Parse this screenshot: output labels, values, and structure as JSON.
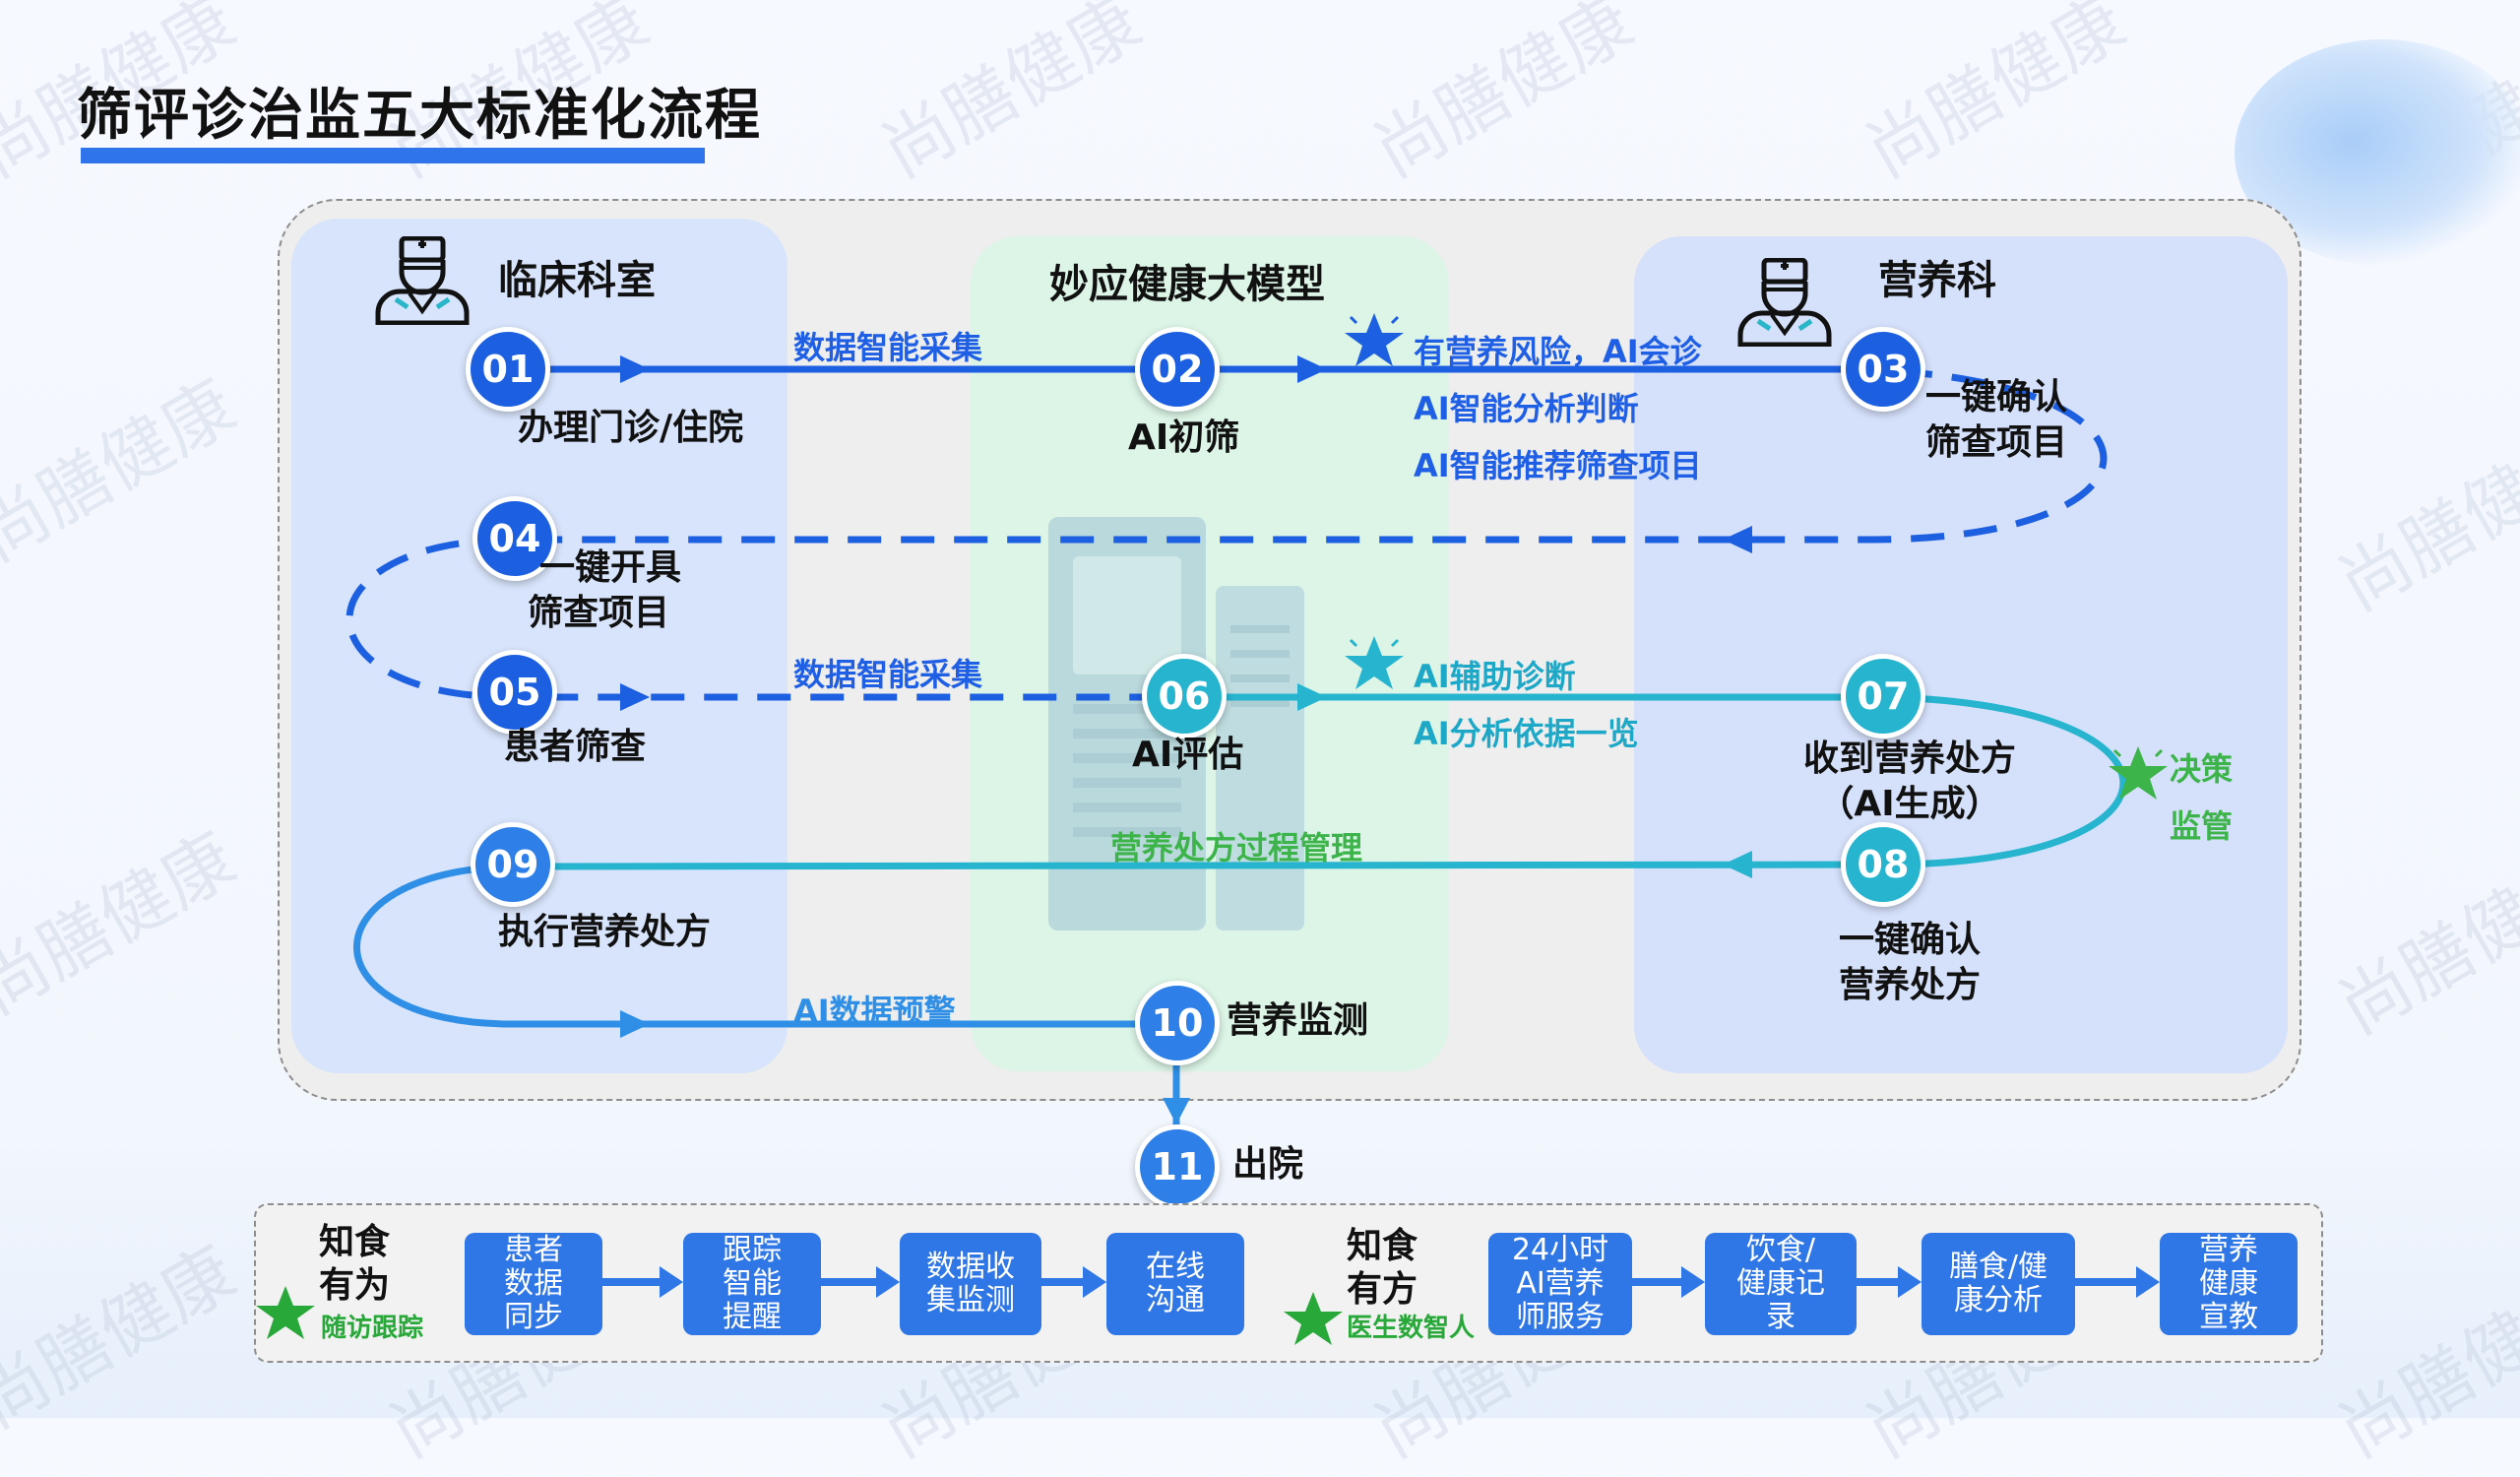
{
  "title": "筛评诊治监五大标准化流程",
  "watermark": "尚膳健康",
  "colors": {
    "blue": "#1c5fe0",
    "light_blue": "#2f7fe8",
    "teal": "#26b4cf",
    "green": "#3cb44a"
  },
  "panels": {
    "clinical": "临床科室",
    "model": "妙应健康大模型",
    "nutrition": "营养科"
  },
  "icons": {
    "doctor": "doctor-icon",
    "star": "star-icon"
  },
  "nodes": [
    {
      "num": "01",
      "label": "办理门诊/住院"
    },
    {
      "num": "02",
      "label": "AI初筛"
    },
    {
      "num": "03",
      "label1": "一键确认",
      "label2": "筛查项目"
    },
    {
      "num": "04",
      "label1": "一键开具",
      "label2": "筛查项目"
    },
    {
      "num": "05",
      "label": "患者筛查"
    },
    {
      "num": "06",
      "label": "AI评估"
    },
    {
      "num": "07",
      "label1": "收到营养处方",
      "label2": "（AI生成）"
    },
    {
      "num": "08",
      "label1": "一键确认",
      "label2": "营养处方"
    },
    {
      "num": "09",
      "label": "执行营养处方"
    },
    {
      "num": "10",
      "label": "营养监测"
    },
    {
      "num": "11",
      "label": "出院"
    }
  ],
  "edge_labels": {
    "collect1": "数据智能采集",
    "risk": "有营养风险，AI会诊",
    "analyze": "AI智能分析判断",
    "recommend": "AI智能推荐筛查项目",
    "collect2": "数据智能采集",
    "assist": "AI辅助诊断",
    "basis": "AI分析依据一览",
    "process": "营养处方过程管理",
    "warning": "AI数据预警",
    "decision1": "决策",
    "decision2": "监管"
  },
  "bottom": {
    "group1": {
      "title1": "知食",
      "title2": "有为",
      "sub": "随访跟踪",
      "steps": [
        "患者\n数据\n同步",
        "跟踪\n智能\n提醒",
        "数据收\n集监测",
        "在线\n沟通"
      ]
    },
    "group2": {
      "title1": "知食",
      "title2": "有方",
      "sub": "医生数智人",
      "steps": [
        "24小时\nAI营养\n师服务",
        "饮食/\n健康记\n录",
        "膳食/健\n康分析",
        "营养\n健康\n宣教"
      ]
    }
  }
}
